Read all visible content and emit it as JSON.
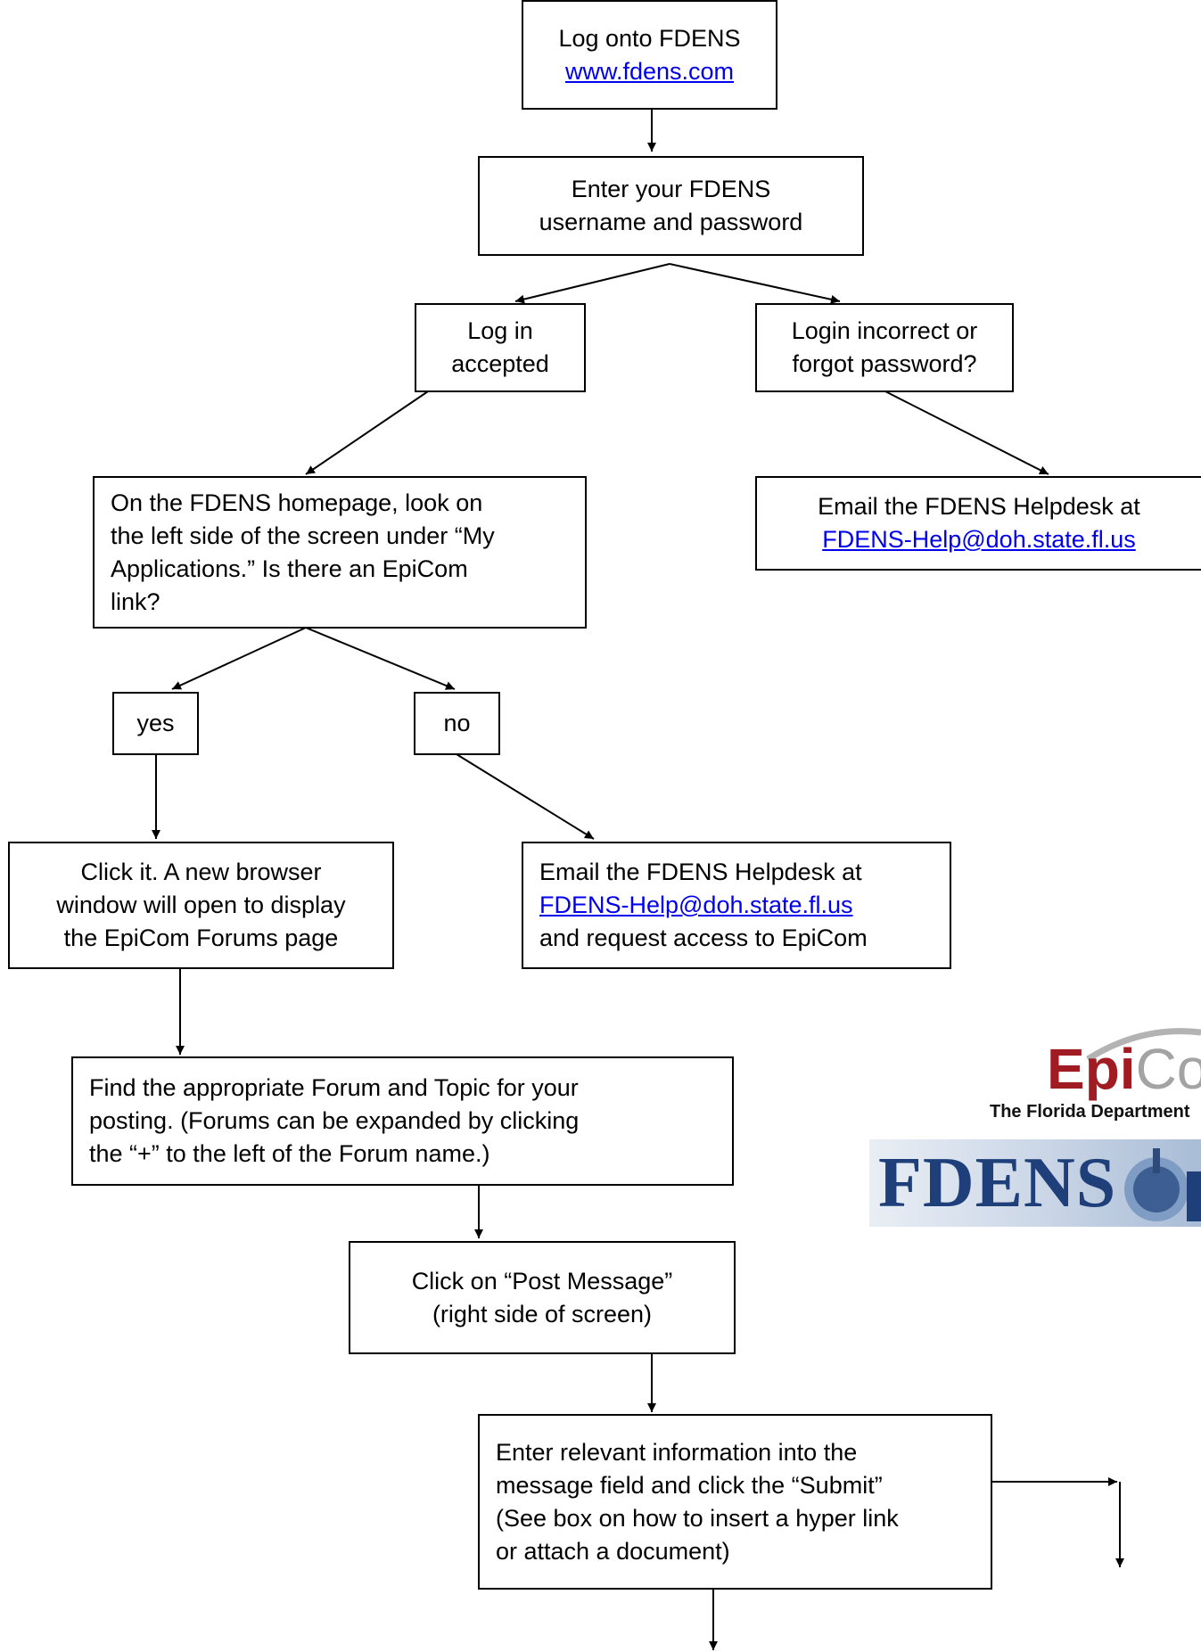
{
  "nodes": {
    "login": {
      "line1": "Log onto FDENS",
      "link": "www.fdens.com"
    },
    "credentials": {
      "line1": "Enter your FDENS",
      "line2": "username and password"
    },
    "accepted": {
      "line1": "Log in",
      "line2": "accepted"
    },
    "incorrect": {
      "line1": "Login incorrect or",
      "line2": "forgot password?"
    },
    "helpdesk_top": {
      "line1": "Email the FDENS Helpdesk at",
      "link": "FDENS-Help@doh.state.fl.us"
    },
    "homepage": {
      "line1": "On the FDENS homepage, look on",
      "line2": "the left side of the screen under “My",
      "line3": "Applications.” Is there an EpiCom",
      "line4": "link?"
    },
    "yes": {
      "label": "yes"
    },
    "no": {
      "label": "no"
    },
    "click_it": {
      "line1": "Click it. A new browser",
      "line2": "window will open to display",
      "line3": "the EpiCom Forums page"
    },
    "helpdesk_access": {
      "line1": "Email the FDENS Helpdesk at",
      "link": "FDENS-Help@doh.state.fl.us",
      "line3": "and request access to EpiCom"
    },
    "find_forum": {
      "line1": "Find the appropriate Forum and Topic for your",
      "line2": "posting. (Forums can be expanded by clicking",
      "line3": "the “+” to the left of the Forum name.)"
    },
    "post_message": {
      "line1": "Click on “Post Message”",
      "line2": "(right side of screen)"
    },
    "enter_info": {
      "line1": "Enter relevant information into the",
      "line2": "message field and click the “Submit”",
      "line3": "(See box on how to insert a hyper link",
      "line4": "or attach a document)"
    }
  },
  "logos": {
    "epicom": {
      "epi": "Epi",
      "com": "Com",
      "subtitle": "The Florida Department"
    },
    "fdens": {
      "text": "FDENS"
    }
  },
  "colors": {
    "link": "#0000ee",
    "epi_red": "#a01c22",
    "com_gray": "#a3a3a3",
    "fdens_blue": "#1f3f7a"
  }
}
